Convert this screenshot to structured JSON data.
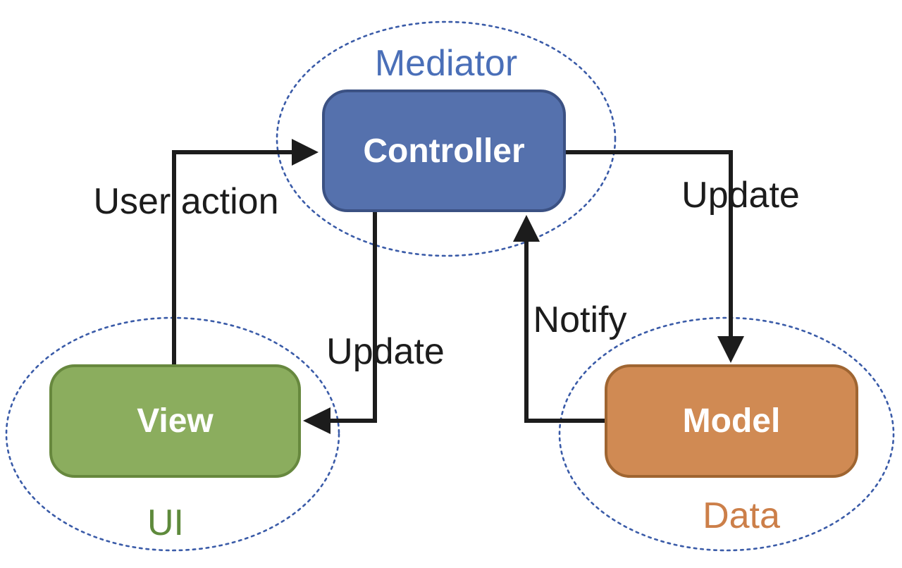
{
  "diagram": {
    "background": "#ffffff",
    "edge_color": "#1c1c1c",
    "edge_label_color": "#1c1c1c",
    "group_outline_color": "#3a5ba8",
    "nodes": {
      "controller": {
        "label": "Controller",
        "fill": "#5571ad",
        "border": "#3b5183",
        "text_color": "#ffffff"
      },
      "view": {
        "label": "View",
        "fill": "#8bad5e",
        "border": "#67883e",
        "text_color": "#ffffff"
      },
      "model": {
        "label": "Model",
        "fill": "#d08a53",
        "border": "#9f6531",
        "text_color": "#ffffff"
      }
    },
    "groups": {
      "mediator": {
        "label": "Mediator",
        "text_color": "#4a6fb8"
      },
      "ui": {
        "label": "UI",
        "text_color": "#5e8a3c"
      },
      "data": {
        "label": "Data",
        "text_color": "#cc7f49"
      }
    },
    "edges": {
      "user_action": {
        "label": "User action",
        "from": "View",
        "to": "Controller"
      },
      "update_view": {
        "label": "Update",
        "from": "Controller",
        "to": "View"
      },
      "notify": {
        "label": "Notify",
        "from": "Model",
        "to": "Controller"
      },
      "update_model": {
        "label": "Update",
        "from": "Controller",
        "to": "Model"
      }
    }
  }
}
